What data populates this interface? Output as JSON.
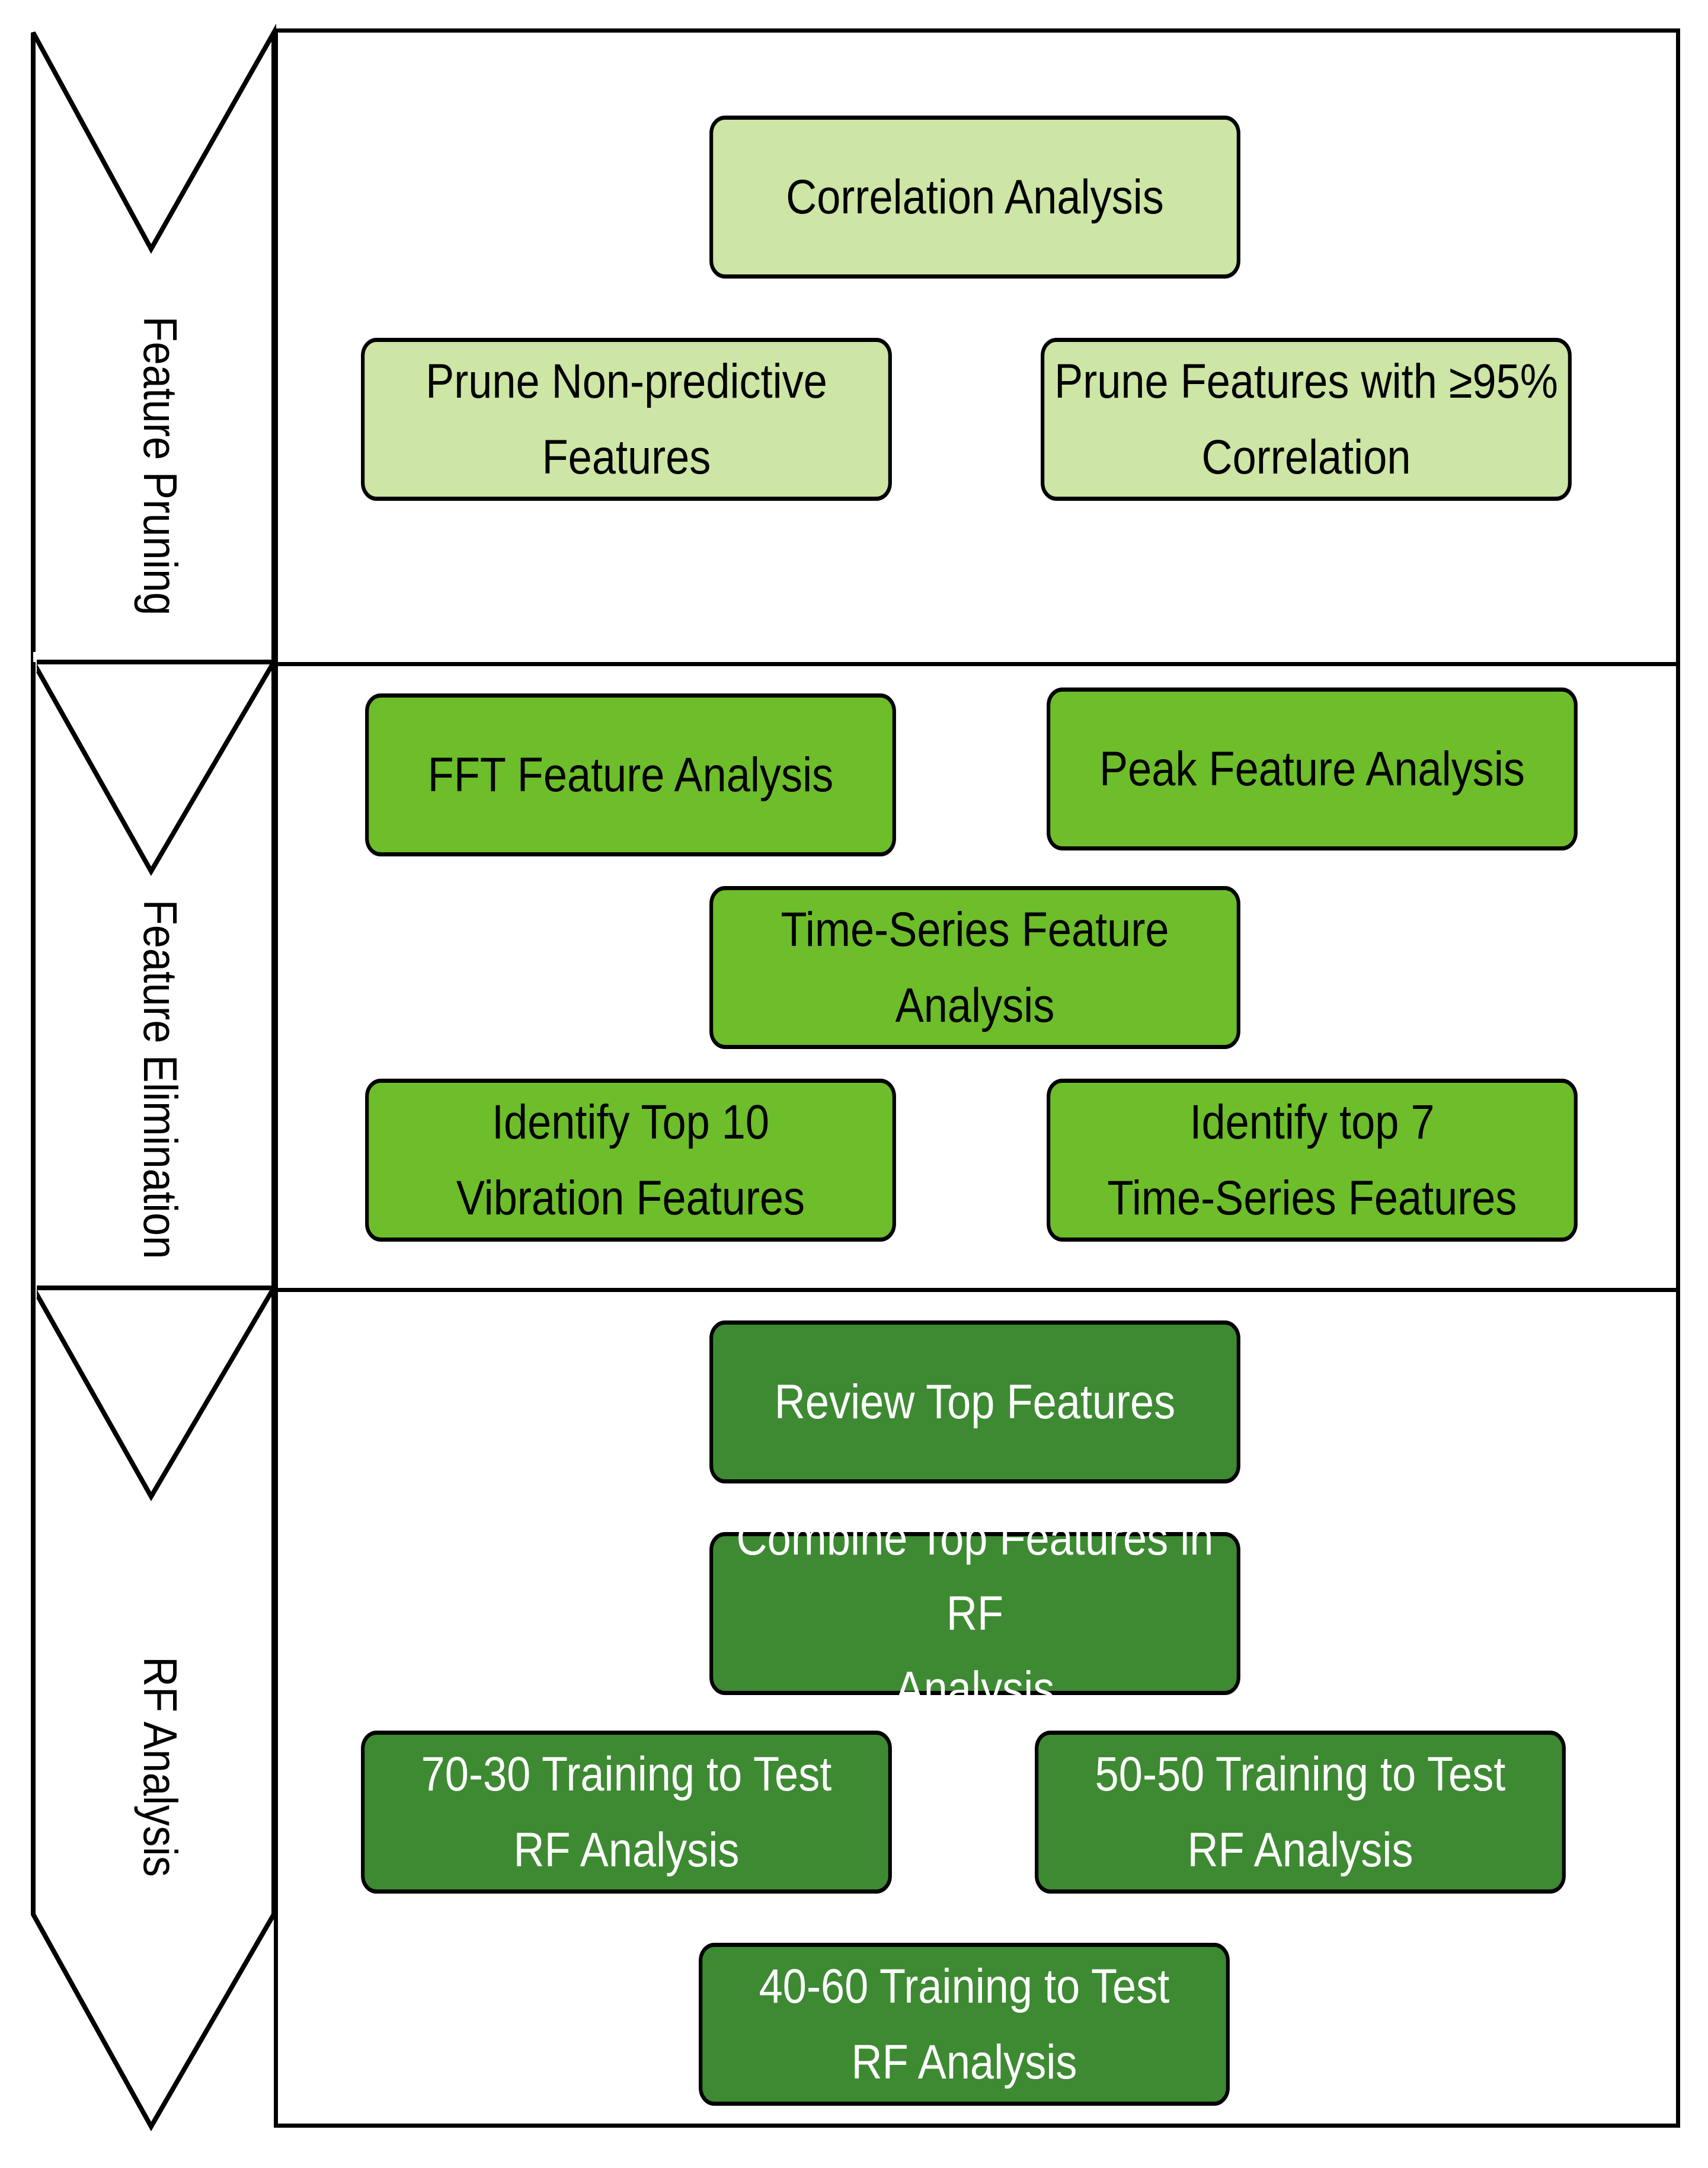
{
  "stages": [
    {
      "label": "Feature Pruning",
      "boxes": [
        {
          "lines": [
            "Correlation Analysis"
          ]
        },
        {
          "lines": [
            "Prune Non-predictive",
            "Features"
          ]
        },
        {
          "lines": [
            "Prune Features with ≥95%",
            "Correlation"
          ]
        }
      ]
    },
    {
      "label": "Feature Elimination",
      "boxes": [
        {
          "lines": [
            "FFT Feature Analysis"
          ]
        },
        {
          "lines": [
            "Peak Feature Analysis"
          ]
        },
        {
          "lines": [
            "Time-Series Feature",
            "Analysis"
          ]
        },
        {
          "lines": [
            "Identify Top 10",
            "Vibration Features"
          ]
        },
        {
          "lines": [
            "Identify top 7",
            "Time-Series Features"
          ]
        }
      ]
    },
    {
      "label": "RF Analysis",
      "boxes": [
        {
          "lines": [
            "Review Top Features"
          ]
        },
        {
          "lines": [
            "Combine Top Features in RF",
            "Analysis"
          ]
        },
        {
          "lines": [
            "70-30 Training to Test",
            "RF Analysis"
          ]
        },
        {
          "lines": [
            "50-50 Training to Test",
            "RF Analysis"
          ]
        },
        {
          "lines": [
            "40-60 Training to Test",
            "RF Analysis"
          ]
        }
      ]
    }
  ],
  "colors": {
    "light": "#cde5a5",
    "mid": "#6dbe2a",
    "dark": "#3d8a32"
  }
}
